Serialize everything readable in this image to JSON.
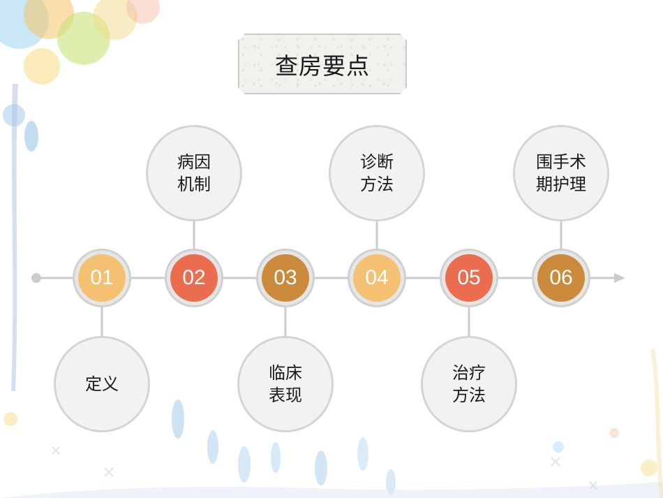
{
  "title": "查房要点",
  "colors": {
    "light_orange": "#f4c072",
    "coral": "#ec6c50",
    "dark_orange": "#cc8a3c",
    "line": "#cccccc"
  },
  "steps": [
    {
      "number": "01",
      "label": "定义",
      "position": "below",
      "color": "#f4c072"
    },
    {
      "number": "02",
      "label": "病因\n机制",
      "position": "above",
      "color": "#ec6c50"
    },
    {
      "number": "03",
      "label": "临床\n表现",
      "position": "below",
      "color": "#cc8a3c"
    },
    {
      "number": "04",
      "label": "诊断\n方法",
      "position": "above",
      "color": "#f4c072"
    },
    {
      "number": "05",
      "label": "治疗\n方法",
      "position": "below",
      "color": "#ec6c50"
    },
    {
      "number": "06",
      "label": "围手术\n期护理",
      "position": "above",
      "color": "#cc8a3c"
    }
  ]
}
